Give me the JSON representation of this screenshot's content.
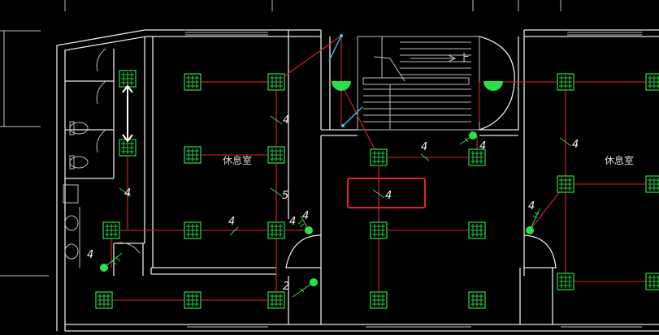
{
  "room_labels": [
    "休息室",
    "休息室"
  ],
  "stair_label": "上",
  "circuit_labels": [
    "4",
    "4",
    "5",
    "4",
    "4",
    "4",
    "4",
    "4",
    "4",
    "2",
    "4",
    "4"
  ],
  "selected_label": "4",
  "colors": {
    "background": "#000000",
    "wall": "#e8e8e8",
    "wire": "#e8202a",
    "fixture": "#28e048",
    "selection": "#e8202a",
    "arrow": "#29d3ee"
  }
}
